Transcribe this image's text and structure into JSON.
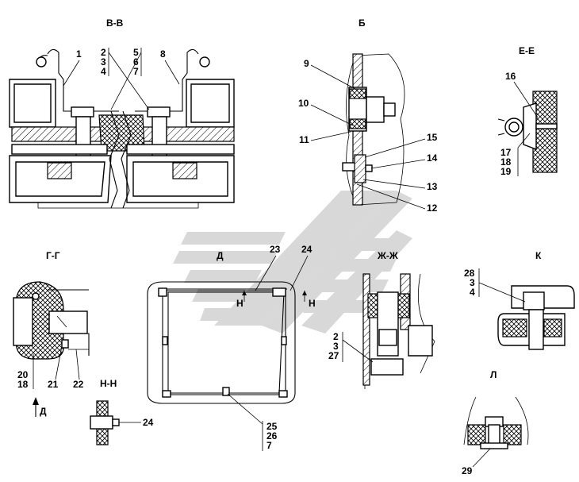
{
  "sections": {
    "vv": "В-В",
    "b": "Б",
    "ee": "Е-Е",
    "gg": "Г-Г",
    "d": "Д",
    "zhzh": "Ж-Ж",
    "k": "К",
    "nn": "Н-Н",
    "l": "Л"
  },
  "callouts": {
    "c1": "1",
    "c2": "2",
    "c3": "3",
    "c4": "4",
    "c5": "5",
    "c6": "6",
    "c7": "7",
    "c8": "8",
    "c9": "9",
    "c10": "10",
    "c11": "11",
    "c12": "12",
    "c13": "13",
    "c14": "14",
    "c15": "15",
    "c16": "16",
    "c17": "17",
    "c18": "18",
    "c19": "19",
    "c20": "20",
    "c18b": "18",
    "c21": "21",
    "c22": "22",
    "c23": "23",
    "c24a": "24",
    "c24b": "24",
    "c25": "25",
    "c26": "26",
    "c7b": "7",
    "c2b": "2",
    "c3b": "3",
    "c27": "27",
    "c28": "28",
    "c3c": "3",
    "c4b": "4",
    "c29": "29"
  },
  "markers": {
    "h1": "Н",
    "h2": "Н",
    "view_d": "Д"
  },
  "colors": {
    "watermark": "#d2d2d2",
    "fill_grey": "#d8d8d8"
  }
}
